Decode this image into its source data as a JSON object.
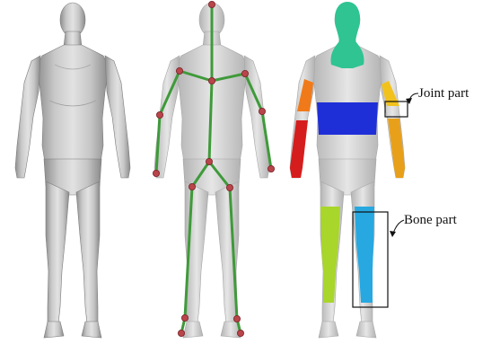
{
  "figure": {
    "panels": [
      {
        "name": "plain-mesh"
      },
      {
        "name": "skeleton-overlay"
      },
      {
        "name": "segmented-parts"
      }
    ],
    "annotations": {
      "joint_part_label": "Joint part",
      "bone_part_label": "Bone part"
    },
    "colors": {
      "mesh_gray": "#d6d6d6",
      "mesh_dark": "#9a9a9a",
      "skeleton_line": "#3f9a3a",
      "skeleton_joint": "#b8454a",
      "head_part": "#2fc492",
      "torso_part": "#1f2fd8",
      "right_upper_arm": "#f07a1a",
      "right_forearm": "#d61d1d",
      "left_upper_arm": "#f2c21c",
      "left_forearm": "#e8a01a",
      "right_leg_part": "#a8d62a",
      "left_leg_part": "#27a8e0"
    }
  }
}
